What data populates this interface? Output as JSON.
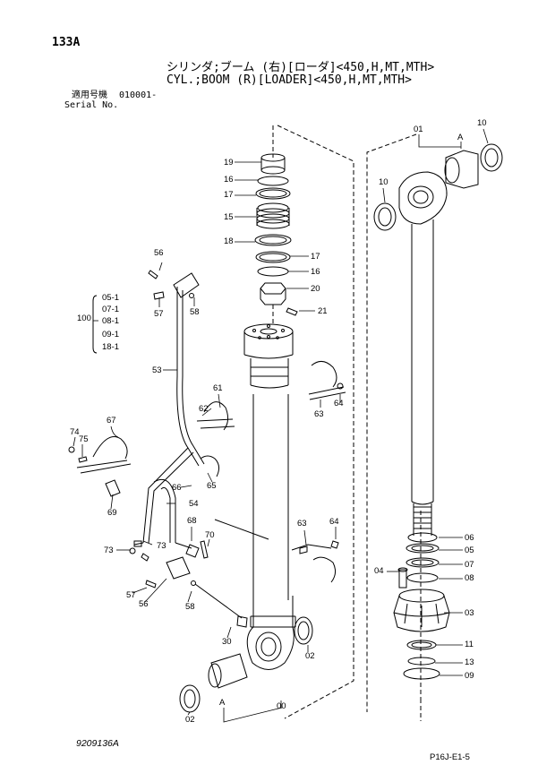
{
  "header": {
    "page_code": "133A",
    "title_jp": "シリンダ;ブーム (右)[ローダ]<450,H,MT,MTH>",
    "title_en": "CYL.;BOOM (R)[LOADER]<450,H,MT,MTH>",
    "serial_jp": "適用号機",
    "serial_value": "010001-",
    "serial_en": "Serial No."
  },
  "group_100": {
    "main": "100",
    "items": [
      "05-1",
      "07-1",
      "08-1",
      "09-1",
      "18-1"
    ]
  },
  "labels": {
    "p19": "19",
    "p16a": "16",
    "p17a": "17",
    "p15": "15",
    "p18": "18",
    "p17b": "17",
    "p16b": "16",
    "p20": "20",
    "p21": "21",
    "p56a": "56",
    "p57a": "57",
    "p58a": "58",
    "p53": "53",
    "p61": "61",
    "p62": "62",
    "p63a": "63",
    "p64a": "64",
    "p67": "67",
    "p74": "74",
    "p75": "75",
    "p69": "69",
    "p65": "65",
    "p66": "66",
    "p54": "54",
    "p68": "68",
    "p70": "70",
    "p73a": "73",
    "p73b": "73",
    "p57b": "57",
    "p56b": "56",
    "p58b": "58",
    "p63b": "63",
    "p64b": "64",
    "p30": "30",
    "p02a": "02",
    "p02b": "02",
    "p00": "00",
    "pA1": "A",
    "p01": "01",
    "pA2": "A",
    "p10a": "10",
    "p10b": "10",
    "p06": "06",
    "p05": "05",
    "p07": "07",
    "p08": "08",
    "p04": "04",
    "p03": "03",
    "p11": "11",
    "p13": "13",
    "p09": "09"
  },
  "footer": {
    "drawing_no": "9209136A",
    "sheet_ref": "P16J-E1-5"
  }
}
